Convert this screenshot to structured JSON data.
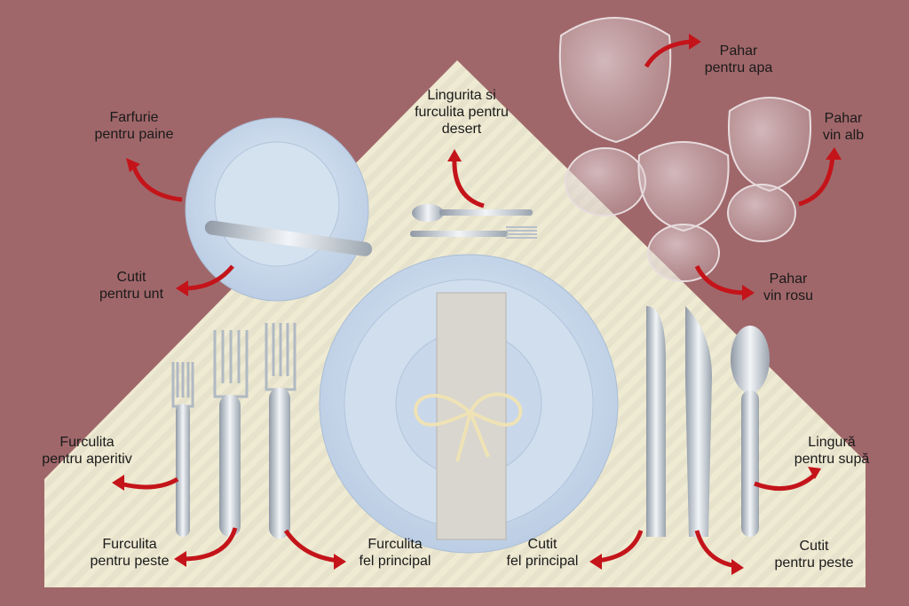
{
  "labels": {
    "bread_plate": [
      "Farfurie",
      "pentru paine"
    ],
    "butter_knife": [
      "Cutit",
      "pentru unt"
    ],
    "dessert": [
      "Lingurita si",
      "furculita pentru",
      "desert"
    ],
    "water_glass": [
      "Pahar",
      "pentru apa"
    ],
    "white_wine": [
      "Pahar",
      "vin alb"
    ],
    "red_wine": [
      "Pahar",
      "vin rosu"
    ],
    "appetizer_fork": [
      "Furculita",
      "pentru aperitiv"
    ],
    "fish_fork": [
      "Furculita",
      "pentru peste"
    ],
    "main_fork": [
      "Furculita",
      "fel principal"
    ],
    "main_knife": [
      "Cutit",
      "fel principal"
    ],
    "fish_knife": [
      "Cutit",
      "pentru peste"
    ],
    "soup_spoon": [
      "Lingură",
      "pentru supă"
    ]
  },
  "colors": {
    "background": "#a0676a",
    "napkin": "#ede8cf",
    "arrow": "#c4141a",
    "plate": "#c9d8ea"
  }
}
